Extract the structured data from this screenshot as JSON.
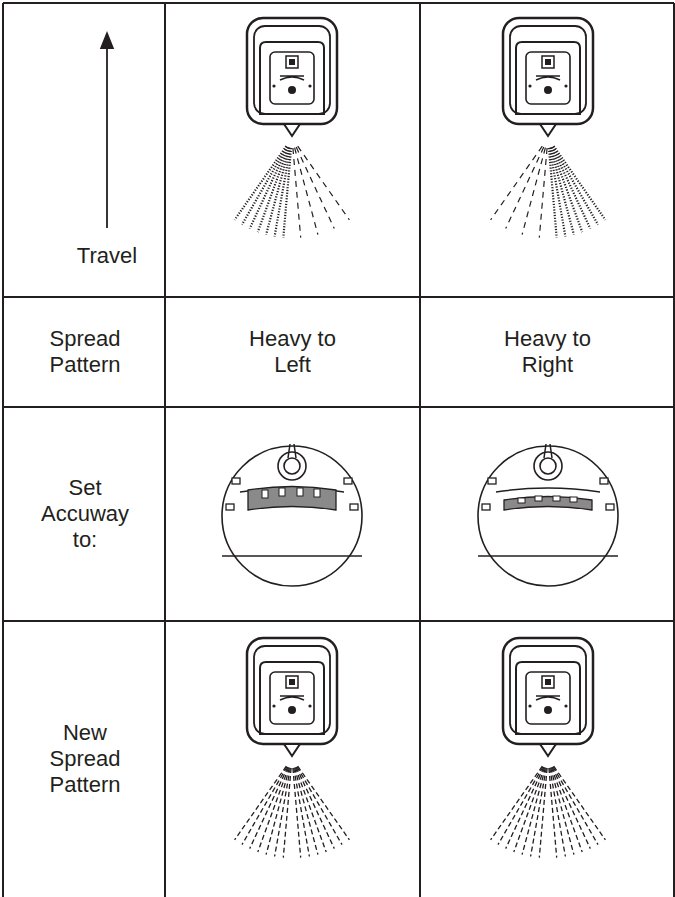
{
  "diagram": {
    "labels": [
      "Travel",
      "Spread Pattern",
      "Heavy to Left",
      "Heavy to Right",
      "Set Accuway to:",
      "New Spread Pattern"
    ]
  }
}
